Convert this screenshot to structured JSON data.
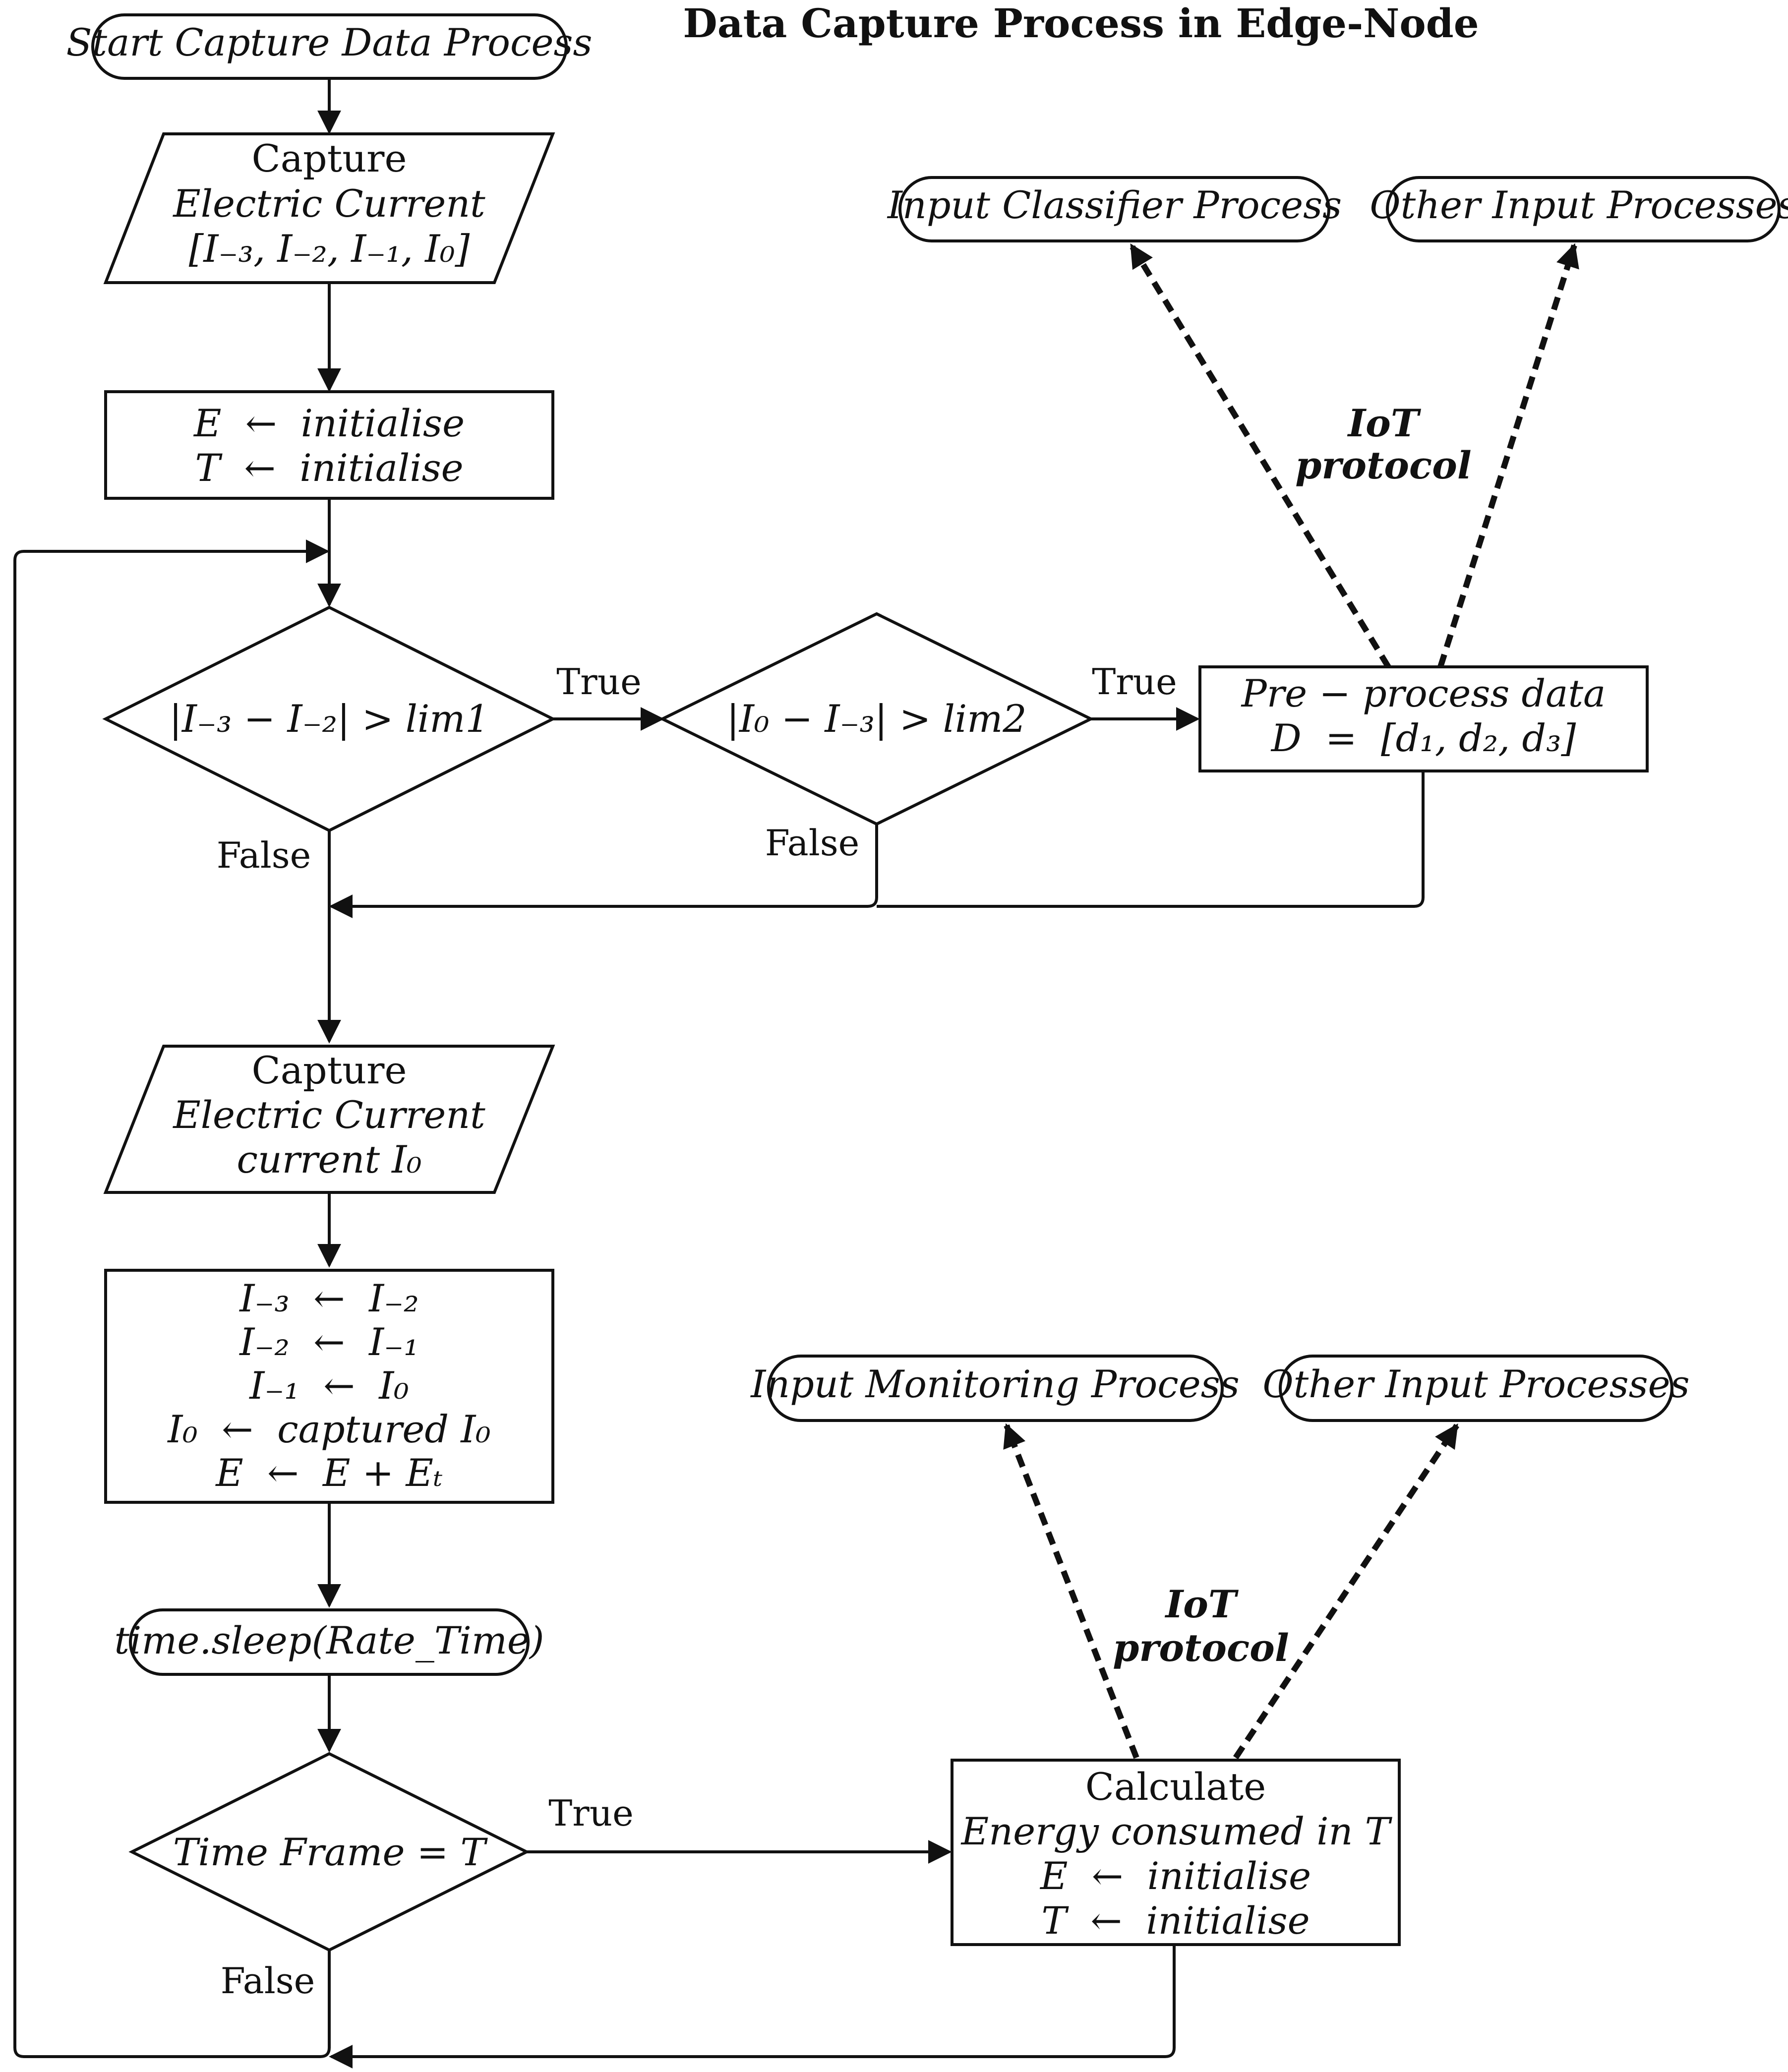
{
  "title": "Data Capture Process in Edge-Node",
  "nodes": {
    "start": "Start Capture Data Process",
    "capture1": {
      "l1": "Capture",
      "l2": "Electric Current",
      "l3": "[I₋₃, I₋₂, I₋₁, I₀]"
    },
    "init": {
      "l1": "E  ←  initialise",
      "l2": "T  ←  initialise"
    },
    "dec1": "|I₋₃ − I₋₂| > lim1",
    "dec2": "|I₀ − I₋₃| > lim2",
    "preprocess": {
      "l1": "Pre − process data",
      "l2": "D  =  [d₁, d₂, d₃]"
    },
    "classifier": "Input Classifier Process",
    "other1": "Other Input Processes",
    "iot1": {
      "l1": "IoT",
      "l2": "protocol"
    },
    "capture2": {
      "l1": "Capture",
      "l2": "Electric Current",
      "l3": "current I₀"
    },
    "shift": {
      "l1": "I₋₃  ←  I₋₂",
      "l2": "I₋₂  ←  I₋₁",
      "l3": "I₋₁  ←  I₀",
      "l4": "I₀  ←  captured I₀",
      "l5": "E  ←  E + Eₜ"
    },
    "sleep": "time.sleep(Rate_Time)",
    "dec3": "Time Frame = T",
    "calc": {
      "l1": "Calculate",
      "l2": "Energy consumed in T",
      "l3": "E  ←  initialise",
      "l4": "T  ←  initialise"
    },
    "monitor": "Input Monitoring Process",
    "other2": "Other Input Processes",
    "iot2": {
      "l1": "IoT",
      "l2": "protocol"
    }
  },
  "edges": {
    "true1": "True",
    "true2": "True",
    "true3": "True",
    "false1": "False",
    "false2": "False",
    "false3": "False"
  }
}
